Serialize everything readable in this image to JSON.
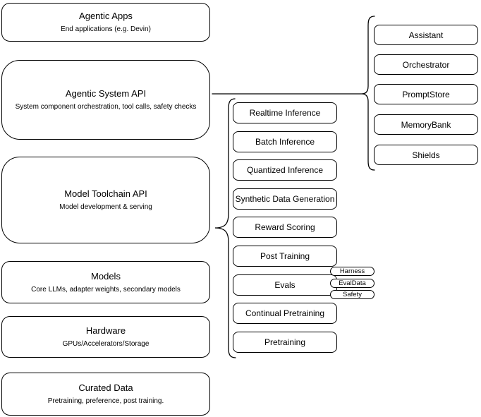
{
  "stack": [
    {
      "title": "Agentic Apps",
      "subtitle": "End applications (e.g. Devin)"
    },
    {
      "title": "Agentic System API",
      "subtitle": "System component orchestration, tool calls, safety checks"
    },
    {
      "title": "Model Toolchain API",
      "subtitle": "Model development & serving"
    },
    {
      "title": "Models",
      "subtitle": "Core LLMs, adapter weights, secondary models"
    },
    {
      "title": "Hardware",
      "subtitle": "GPUs/Accelerators/Storage"
    },
    {
      "title": "Curated Data",
      "subtitle": "Pretraining, preference, post training."
    }
  ],
  "toolchain": {
    "items": [
      "Realtime Inference",
      "Batch Inference",
      "Quantized Inference",
      "Synthetic Data Generation",
      "Reward Scoring",
      "Post Training",
      "Evals",
      "Continual Pretraining",
      "Pretraining"
    ]
  },
  "evals_tags": [
    "Harness",
    "EvalData",
    "Safety"
  ],
  "system_components": [
    "Assistant",
    "Orchestrator",
    "PromptStore",
    "MemoryBank",
    "Shields"
  ],
  "colors": {
    "stroke": "#000000",
    "fill": "#ffffff",
    "text": "#000000"
  }
}
